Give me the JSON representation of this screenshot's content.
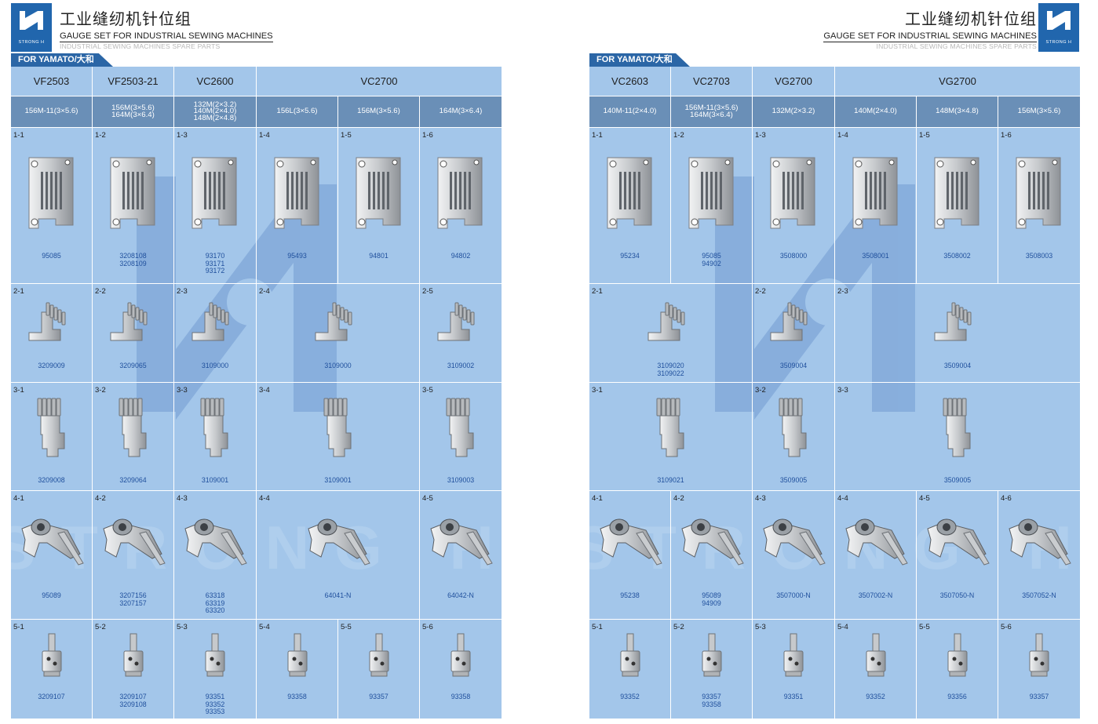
{
  "header": {
    "zh_title": "工业缝纫机针位组",
    "en_title": "GAUGE SET FOR INDUSTRIAL SEWING MACHINES",
    "en_subtitle": "INDUSTRIAL SEWING MACHINES SPARE PARTS",
    "brand": "STRONG H",
    "tag": "FOR YAMATO/大和"
  },
  "colors": {
    "brand": "#2166ad",
    "table_bg": "#a3c6ea",
    "subheader_bg": "#6a8fb7",
    "code_text": "#1f4f9c"
  },
  "pages": [
    {
      "models": [
        {
          "label": "VF2503",
          "col": 0,
          "span": 1
        },
        {
          "label": "VF2503-21",
          "col": 1,
          "span": 1
        },
        {
          "label": "VC2600",
          "col": 2,
          "span": 1
        },
        {
          "label": "VC2700",
          "col": 3,
          "span": 3
        }
      ],
      "gauges": [
        "156M-11(3×5.6)",
        "156M(3×5.6)\n164M(3×6.4)",
        "132M(2×3.2)\n140M(2×4.0)\n148M(2×4.8)",
        "156L(3×5.6)",
        "156M(3×5.6)",
        "164M(3×6.4)"
      ],
      "rows": [
        [
          {
            "label": "1-1",
            "code": "95085",
            "col": 0,
            "span": 1,
            "type": "plate"
          },
          {
            "label": "1-2",
            "code": "3208108\n3208109",
            "col": 1,
            "span": 1,
            "type": "plate"
          },
          {
            "label": "1-3",
            "code": "93170\n93171\n93172",
            "col": 2,
            "span": 1,
            "type": "plate"
          },
          {
            "label": "1-4",
            "code": "95493",
            "col": 3,
            "span": 1,
            "type": "plate"
          },
          {
            "label": "1-5",
            "code": "94801",
            "col": 4,
            "span": 1,
            "type": "plate"
          },
          {
            "label": "1-6",
            "code": "94802",
            "col": 5,
            "span": 1,
            "type": "plate"
          }
        ],
        [
          {
            "label": "2-1",
            "code": "3209009",
            "col": 0,
            "span": 1,
            "type": "dog"
          },
          {
            "label": "2-2",
            "code": "3209065",
            "col": 1,
            "span": 1,
            "type": "dog"
          },
          {
            "label": "2-3",
            "code": "3109000",
            "col": 2,
            "span": 1,
            "type": "dog"
          },
          {
            "label": "2-4",
            "code": "3109000",
            "col": 3,
            "span": 2,
            "type": "dog"
          },
          {
            "label": "2-5",
            "code": "3109002",
            "col": 5,
            "span": 1,
            "type": "dog"
          }
        ],
        [
          {
            "label": "3-1",
            "code": "3209008",
            "col": 0,
            "span": 1,
            "type": "dog2"
          },
          {
            "label": "3-2",
            "code": "3209064",
            "col": 1,
            "span": 1,
            "type": "dog2"
          },
          {
            "label": "3-3",
            "code": "3109001",
            "col": 2,
            "span": 1,
            "type": "dog2"
          },
          {
            "label": "3-4",
            "code": "3109001",
            "col": 3,
            "span": 2,
            "type": "dog2"
          },
          {
            "label": "3-5",
            "code": "3109003",
            "col": 5,
            "span": 1,
            "type": "dog2"
          }
        ],
        [
          {
            "label": "4-1",
            "code": "95089",
            "col": 0,
            "span": 1,
            "type": "foot"
          },
          {
            "label": "4-2",
            "code": "3207156\n3207157",
            "col": 1,
            "span": 1,
            "type": "foot"
          },
          {
            "label": "4-3",
            "code": "63318\n63319\n63320",
            "col": 2,
            "span": 1,
            "type": "foot"
          },
          {
            "label": "4-4",
            "code": "64041-N",
            "col": 3,
            "span": 2,
            "type": "foot"
          },
          {
            "label": "4-5",
            "code": "64042-N",
            "col": 5,
            "span": 1,
            "type": "foot"
          }
        ],
        [
          {
            "label": "5-1",
            "code": "3209107",
            "col": 0,
            "span": 1,
            "type": "clamp"
          },
          {
            "label": "5-2",
            "code": "3209107\n3209108",
            "col": 1,
            "span": 1,
            "type": "clamp"
          },
          {
            "label": "5-3",
            "code": "93351\n93352\n93353",
            "col": 2,
            "span": 1,
            "type": "clamp"
          },
          {
            "label": "5-4",
            "code": "93358",
            "col": 3,
            "span": 1,
            "type": "clamp"
          },
          {
            "label": "5-5",
            "code": "93357",
            "col": 4,
            "span": 1,
            "type": "clamp"
          },
          {
            "label": "5-6",
            "code": "93358",
            "col": 5,
            "span": 1,
            "type": "clamp"
          }
        ]
      ]
    },
    {
      "models": [
        {
          "label": "VC2603",
          "col": 0,
          "span": 1
        },
        {
          "label": "VC2703",
          "col": 1,
          "span": 1
        },
        {
          "label": "VG2700",
          "col": 2,
          "span": 1
        },
        {
          "label": "VG2700",
          "col": 3,
          "span": 3
        }
      ],
      "gauges": [
        "140M-11(2×4.0)",
        "156M-11(3×5.6)\n164M(3×6.4)",
        "132M(2×3.2)",
        "140M(2×4.0)",
        "148M(3×4.8)",
        "156M(3×5.6)"
      ],
      "rows": [
        [
          {
            "label": "1-1",
            "code": "95234",
            "col": 0,
            "span": 1,
            "type": "plate"
          },
          {
            "label": "1-2",
            "code": "95085\n94902",
            "col": 1,
            "span": 1,
            "type": "plate"
          },
          {
            "label": "1-3",
            "code": "3508000",
            "col": 2,
            "span": 1,
            "type": "plate"
          },
          {
            "label": "1-4",
            "code": "3508001",
            "col": 3,
            "span": 1,
            "type": "plate"
          },
          {
            "label": "1-5",
            "code": "3508002",
            "col": 4,
            "span": 1,
            "type": "plate"
          },
          {
            "label": "1-6",
            "code": "3508003",
            "col": 5,
            "span": 1,
            "type": "plate"
          }
        ],
        [
          {
            "label": "2-1",
            "code": "3109020\n3109022",
            "col": 0,
            "span": 2,
            "type": "dog"
          },
          {
            "label": "2-2",
            "code": "3509004",
            "col": 2,
            "span": 1,
            "type": "dog"
          },
          {
            "label": "2-3",
            "code": "3509004",
            "col": 3,
            "span": 3,
            "type": "dog"
          }
        ],
        [
          {
            "label": "3-1",
            "code": "3109021",
            "col": 0,
            "span": 2,
            "type": "dog2"
          },
          {
            "label": "3-2",
            "code": "3509005",
            "col": 2,
            "span": 1,
            "type": "dog2"
          },
          {
            "label": "3-3",
            "code": "3509005",
            "col": 3,
            "span": 3,
            "type": "dog2"
          }
        ],
        [
          {
            "label": "4-1",
            "code": "95238",
            "col": 0,
            "span": 1,
            "type": "foot"
          },
          {
            "label": "4-2",
            "code": "95089\n94909",
            "col": 1,
            "span": 1,
            "type": "foot"
          },
          {
            "label": "4-3",
            "code": "3507000-N",
            "col": 2,
            "span": 1,
            "type": "foot"
          },
          {
            "label": "4-4",
            "code": "3507002-N",
            "col": 3,
            "span": 1,
            "type": "foot"
          },
          {
            "label": "4-5",
            "code": "3507050-N",
            "col": 4,
            "span": 1,
            "type": "foot"
          },
          {
            "label": "4-6",
            "code": "3507052-N",
            "col": 5,
            "span": 1,
            "type": "foot"
          }
        ],
        [
          {
            "label": "5-1",
            "code": "93352",
            "col": 0,
            "span": 1,
            "type": "clamp"
          },
          {
            "label": "5-2",
            "code": "93357\n93358",
            "col": 1,
            "span": 1,
            "type": "clamp"
          },
          {
            "label": "5-3",
            "code": "93351",
            "col": 2,
            "span": 1,
            "type": "clamp"
          },
          {
            "label": "5-4",
            "code": "93352",
            "col": 3,
            "span": 1,
            "type": "clamp"
          },
          {
            "label": "5-5",
            "code": "93356",
            "col": 4,
            "span": 1,
            "type": "clamp"
          },
          {
            "label": "5-6",
            "code": "93357",
            "col": 5,
            "span": 1,
            "type": "clamp"
          }
        ]
      ]
    }
  ]
}
